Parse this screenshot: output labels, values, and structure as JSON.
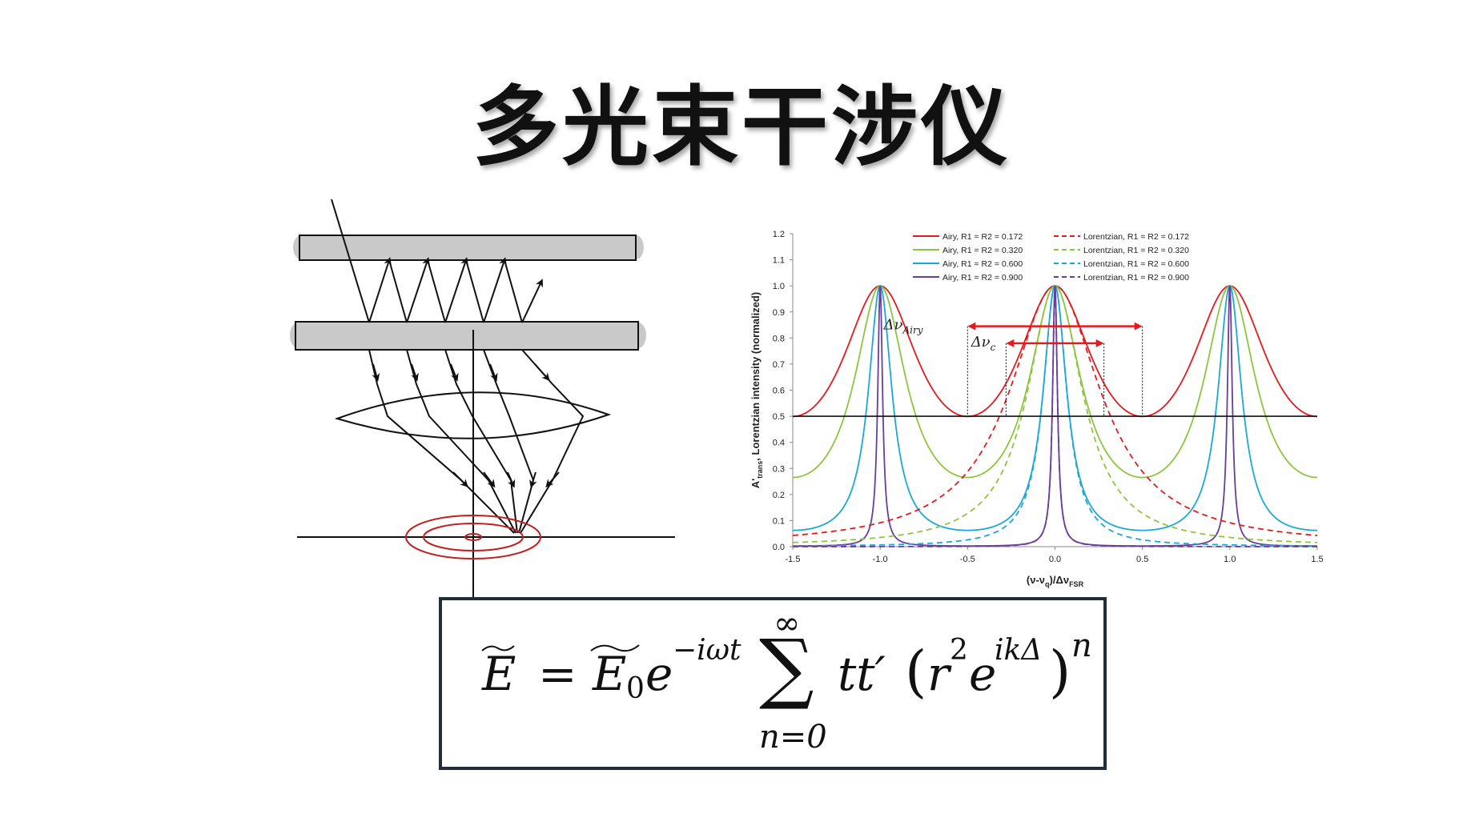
{
  "title": "多光束干涉仪",
  "chart_data": {
    "type": "line",
    "xlabel": "(ν-ν",
    "xlabel_sub_q": "q",
    "xlabel_mid": ")/Δν",
    "xlabel_sub_fsr": "FSR",
    "ylabel_a": "A'",
    "ylabel_sub": "trans",
    "ylabel_rest": ", Lorentzian intensity (normalized)",
    "x_ticks": [
      "-1.5",
      "-1.0",
      "-0.5",
      "0.0",
      "0.5",
      "1.0",
      "1.5"
    ],
    "y_ticks": [
      "0.0",
      "0.1",
      "0.2",
      "0.3",
      "0.4",
      "0.5",
      "0.6",
      "0.7",
      "0.8",
      "0.9",
      "1.0",
      "1.1",
      "1.2"
    ],
    "xlim": [
      -1.5,
      1.5
    ],
    "ylim": [
      0,
      1.2
    ],
    "series": [
      {
        "name": "Airy, R1 = R2 = 0.172",
        "kind": "airy",
        "R": 0.172,
        "color": "#e41a1c"
      },
      {
        "name": "Airy, R1 = R2 = 0.320",
        "kind": "airy",
        "R": 0.32,
        "color": "#8cc63f"
      },
      {
        "name": "Airy, R1 = R2 = 0.600",
        "kind": "airy",
        "R": 0.6,
        "color": "#1ba8d6"
      },
      {
        "name": "Airy, R1 = R2 = 0.900",
        "kind": "airy",
        "R": 0.9,
        "color": "#6a3d9a"
      },
      {
        "name": "Lorentzian, R1 = R2 = 0.172",
        "kind": "lorentz",
        "R": 0.172,
        "color": "#e41a1c"
      },
      {
        "name": "Lorentzian, R1 = R2 = 0.320",
        "kind": "lorentz",
        "R": 0.32,
        "color": "#8cc63f"
      },
      {
        "name": "Lorentzian, R1 = R2 = 0.600",
        "kind": "lorentz",
        "R": 0.6,
        "color": "#1ba8d6"
      },
      {
        "name": "Lorentzian, R1 = R2 = 0.900",
        "kind": "lorentz",
        "R": 0.9,
        "color": "#6a3d9a"
      }
    ],
    "annotations": {
      "delta_airy": "Δν",
      "delta_airy_sub": "Airy",
      "delta_c": "Δν",
      "delta_c_sub": "c",
      "half_max_level": 0.5,
      "airy_fwhm_range": [
        -0.5,
        0.5
      ],
      "lorentz_fwhm_range": [
        -0.28,
        0.28
      ]
    }
  },
  "formula": {
    "lhs": "E",
    "equals": "=",
    "e0": "E",
    "e0_sub": "0",
    "e": "e",
    "exp1": "−iωt",
    "sum": "∑",
    "sum_top": "∞",
    "sum_bottom": "n=0",
    "tt": "tt′",
    "lparen": "(",
    "r": "r",
    "r_pow": "2",
    "e2": "e",
    "exp2": "ikΔ",
    "rparen": ")",
    "n_pow": "n"
  }
}
